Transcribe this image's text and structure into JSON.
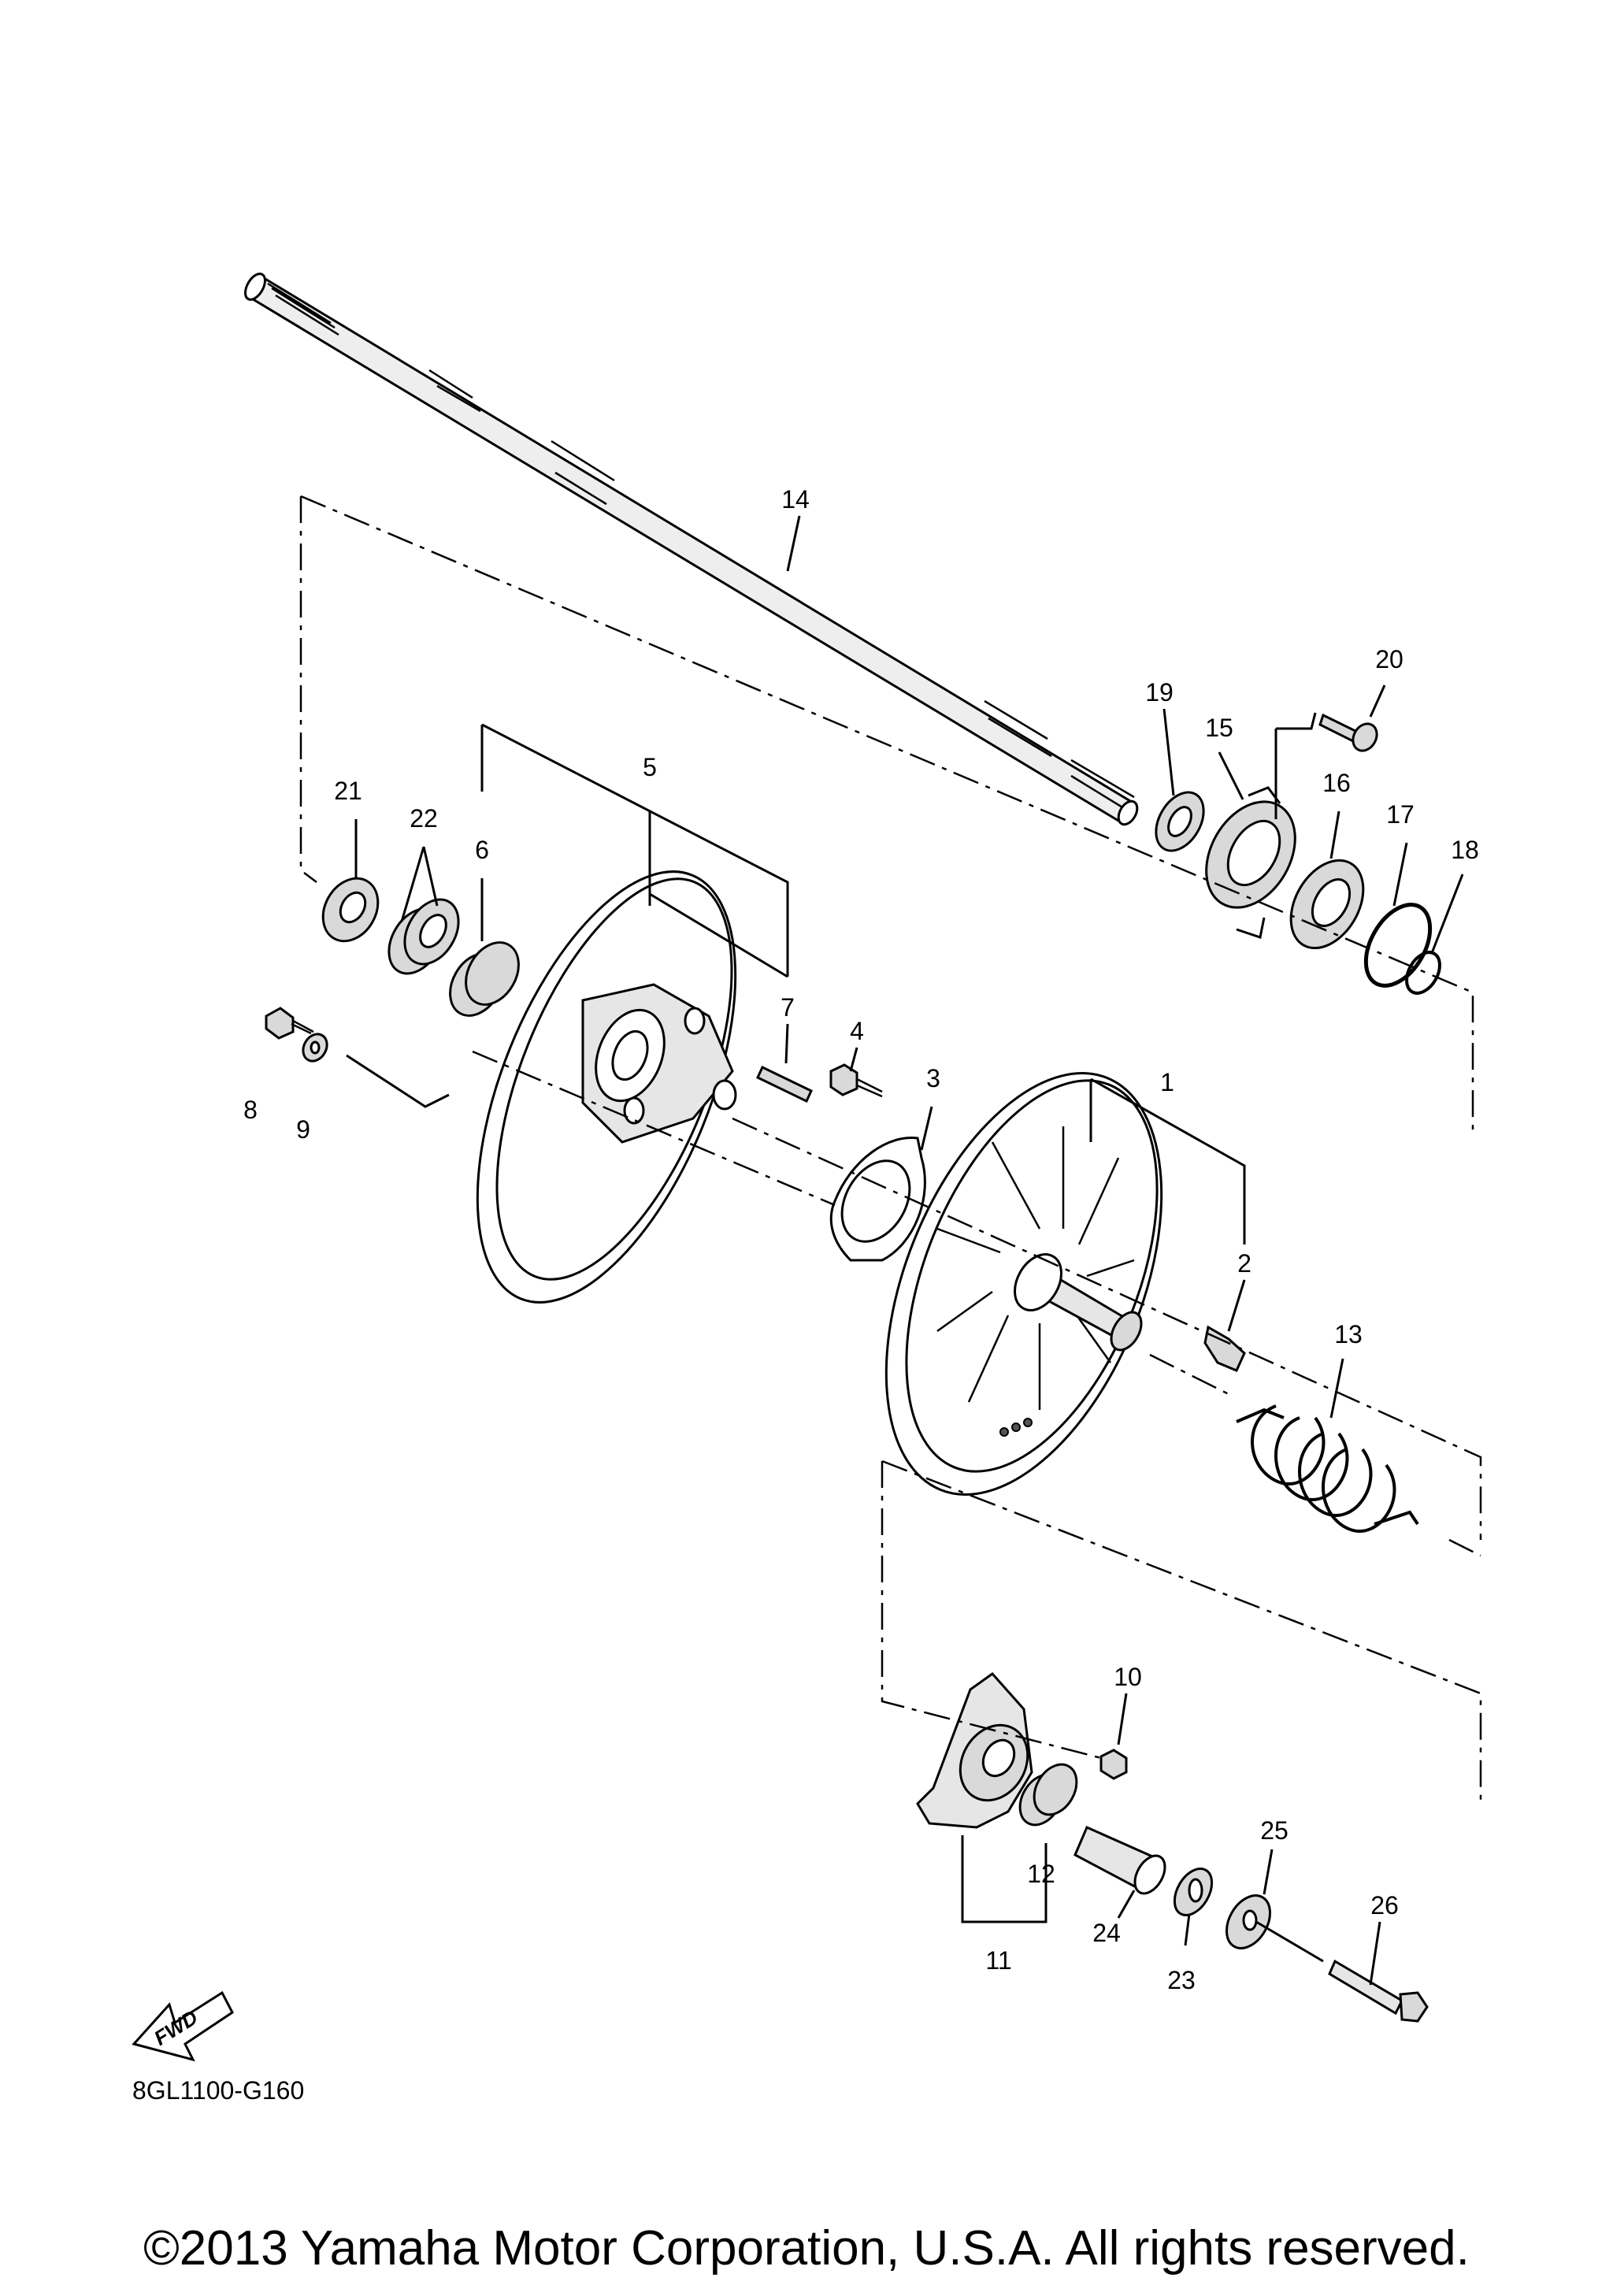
{
  "diagram": {
    "code": "8GL1100-G160",
    "copyright": "©2013 Yamaha Motor Corporation, U.S.A. All rights reserved.",
    "fwd_badge": "FWD",
    "callouts": [
      "1",
      "2",
      "3",
      "4",
      "5",
      "6",
      "7",
      "8",
      "9",
      "10",
      "11",
      "12",
      "13",
      "14",
      "15",
      "16",
      "17",
      "18",
      "19",
      "20",
      "21",
      "22",
      "23",
      "24",
      "25",
      "26"
    ]
  }
}
